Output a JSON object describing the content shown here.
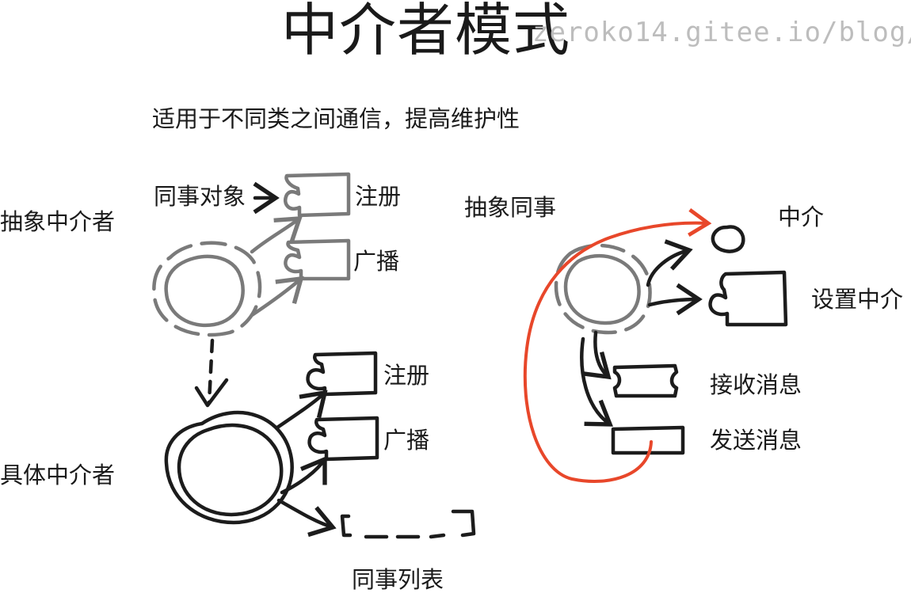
{
  "title": "中介者模式",
  "watermark": "zeroko14.gitee.io/blog/",
  "subtitle": "适用于不同类之间通信，提高维护性",
  "left": {
    "abstract_mediator": "抽象中介者",
    "colleague_object": "同事对象",
    "register_1": "注册",
    "broadcast_1": "广播",
    "concrete_mediator": "具体中介者",
    "register_2": "注册",
    "broadcast_2": "广播",
    "colleague_list": "同事列表"
  },
  "right": {
    "abstract_colleague": "抽象同事",
    "mediator": "中介",
    "set_mediator": "设置中介",
    "receive_message": "接收消息",
    "send_message": "发送消息"
  },
  "colors": {
    "abstract_stroke": "#7a7a7a",
    "concrete_stroke": "#1c1c1c",
    "highlight": "#e8472a",
    "watermark": "#bdbdbd"
  }
}
